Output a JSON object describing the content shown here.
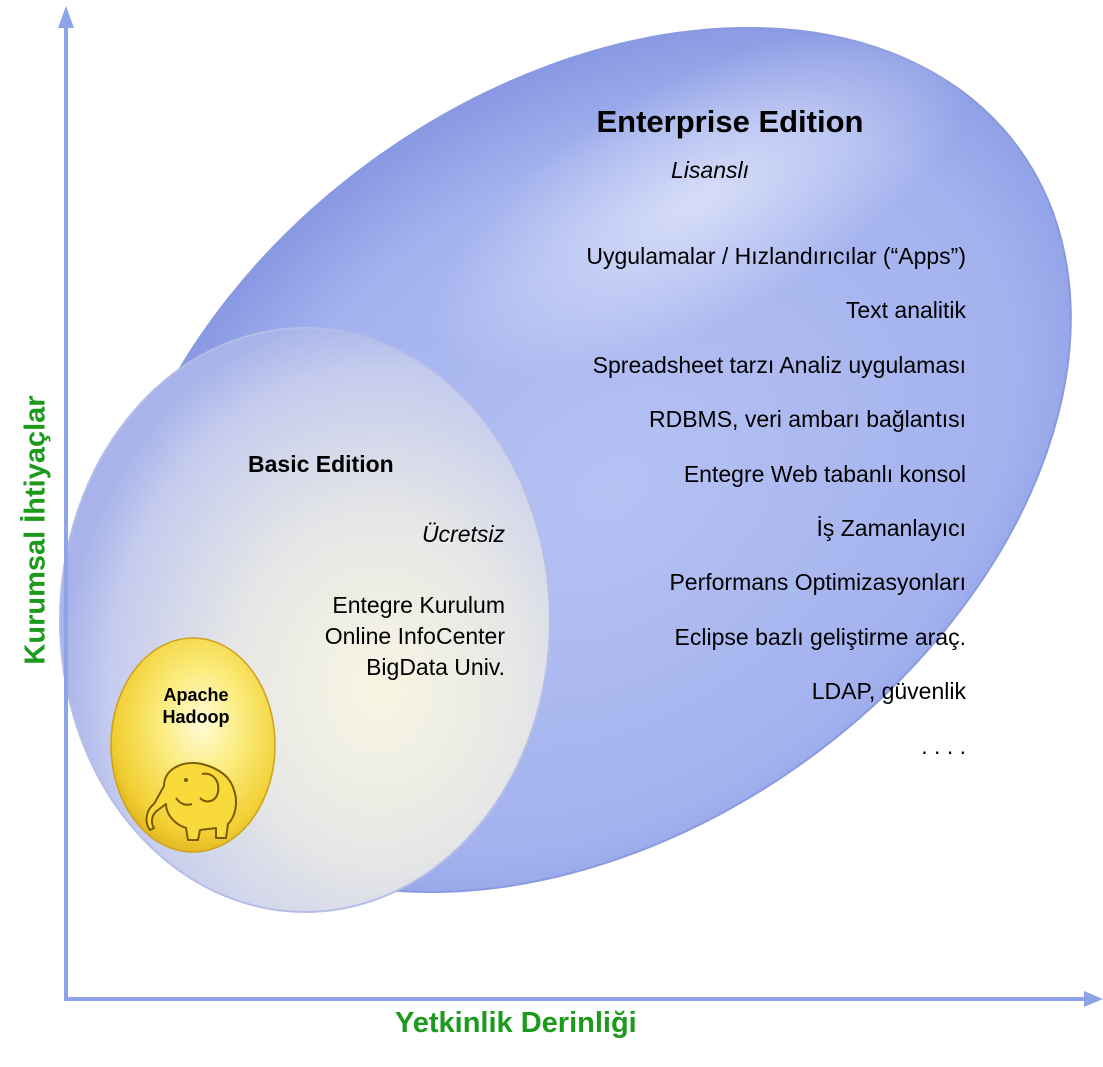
{
  "axes": {
    "y_label": "Kurumsal İhtiyaçlar",
    "x_label": "Yetkinlik Derinliği"
  },
  "enterprise": {
    "title": "Enterprise Edition",
    "subtitle": "Lisanslı",
    "features": [
      "Uygulamalar / Hızlandırıcılar (“Apps”)",
      "Text analitik",
      "Spreadsheet tarzı Analiz uygulaması",
      "RDBMS, veri ambarı bağlantısı",
      "Entegre Web tabanlı konsol",
      "İş  Zamanlayıcı",
      "Performans Optimizasyonları",
      "Eclipse bazlı geliştirme araç.",
      "LDAP, güvenlik",
      ". . . ."
    ]
  },
  "basic": {
    "title": "Basic Edition",
    "subtitle": "Ücretsiz",
    "features": [
      "Entegre Kurulum",
      "Online InfoCenter",
      "BigData Univ."
    ]
  },
  "hadoop": {
    "label_line1": "Apache",
    "label_line2": "Hadoop",
    "icon": "elephant-icon"
  },
  "colors": {
    "axis": "#8ea4e8",
    "axis_label": "#1c9a1c",
    "enterprise_fill": "#a5b4ee",
    "basic_fill": "#f0f0d8",
    "hadoop_fill": "#f5d43c"
  }
}
